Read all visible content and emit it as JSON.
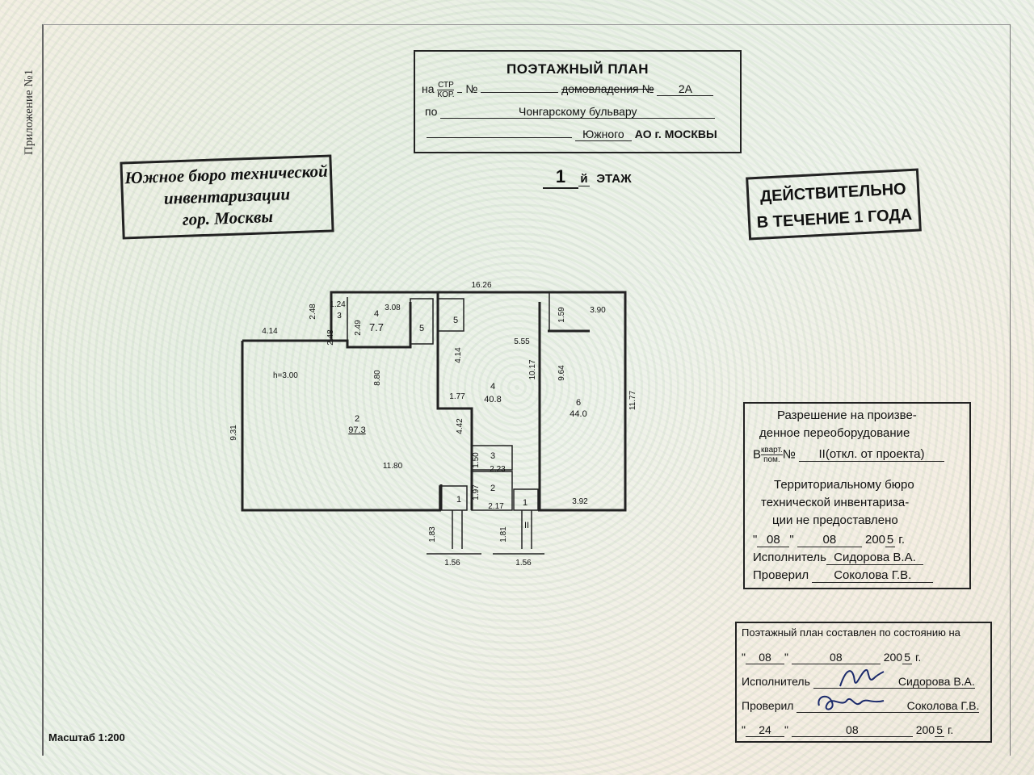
{
  "side_label": "Приложение №1",
  "header": {
    "title": "ПОЭТАЖНЫЙ ПЛАН",
    "na": "на",
    "str": "СТР",
    "kor": "КОР.",
    "no_mark": "№",
    "ownership": "домовладения №",
    "house_no": "2А",
    "po": "по",
    "street": "Чонгарскому бульвару",
    "district": "Южного",
    "city": "АО г. МОСКВЫ"
  },
  "floor": {
    "number": "1",
    "suffix": "й",
    "label": "ЭТАЖ"
  },
  "stamp_bureau": {
    "line1": "Южное бюро технической",
    "line2": "инвентаризации",
    "line3": "гор. Москвы"
  },
  "stamp_valid": {
    "line1": "ДЕЙСТВИТЕЛЬНО",
    "line2": "В ТЕЧЕНИЕ 1 ГОДА"
  },
  "plan": {
    "dims": {
      "top": "16.26",
      "left_top": "4.14",
      "left_h": "9.31",
      "d248a": "2.48",
      "d248b": "2.48",
      "d124": "1.24",
      "d3": "3",
      "d249": "2.49",
      "d308": "3.08",
      "d880": "8.80",
      "d414": "4.14",
      "d555": "5.55",
      "d1017": "10.17",
      "d177": "1.77",
      "d442": "4.42",
      "d159": "1.59",
      "d390": "3.90",
      "d964": "9.64",
      "d1177": "11.77",
      "d1180": "11.80",
      "d150": "1.50",
      "d223": "2.23",
      "d197": "1.97",
      "d217": "2.17",
      "d392": "3.92",
      "d183": "1.83",
      "d181": "1.81",
      "d156a": "1.56",
      "d156b": "1.56",
      "height": "h=3.00"
    },
    "rooms": {
      "r2_num": "2",
      "r2_area": "97.3",
      "r4a_num": "4",
      "r4a_area": "7.7",
      "r5a": "5",
      "r5b": "5",
      "r4_num": "4",
      "r4_area": "40.8",
      "r6_num": "6",
      "r6_area": "44.0",
      "r3": "3",
      "r2s": "2",
      "r1a": "1",
      "r1b": "1",
      "rII": "II"
    }
  },
  "permission": {
    "line1": "Разрешение на произве-",
    "line2": "денное переоборудование",
    "v": "В",
    "kvart": "кварт.",
    "pom": "пом.",
    "no_mark": "№",
    "no_value": "II(откл. от проекта)",
    "line4": "Территориальному бюро",
    "line5": "технической инвентариза-",
    "line6": "ции не предоставлено",
    "day": "08",
    "month": "08",
    "year_prefix": "200",
    "year_digit": "5",
    "year_suffix": "г.",
    "executor_label": "Исполнитель",
    "executor": "Сидорова В.А.",
    "checker_label": "Проверил",
    "checker": "Соколова Г.В."
  },
  "state": {
    "title": "Поэтажный план составлен по состоянию на",
    "day": "08",
    "month": "08",
    "year_prefix": "200",
    "year_digit": "5",
    "year_suffix": "г.",
    "executor_label": "Исполнитель",
    "executor": "Сидорова В.А.",
    "checker_label": "Проверил",
    "checker": "Соколова Г.В.",
    "day2": "24",
    "month2": "08",
    "year2_prefix": "200",
    "year2_digit": "5",
    "year2_suffix": "г."
  },
  "scale": "Масштаб 1:200"
}
